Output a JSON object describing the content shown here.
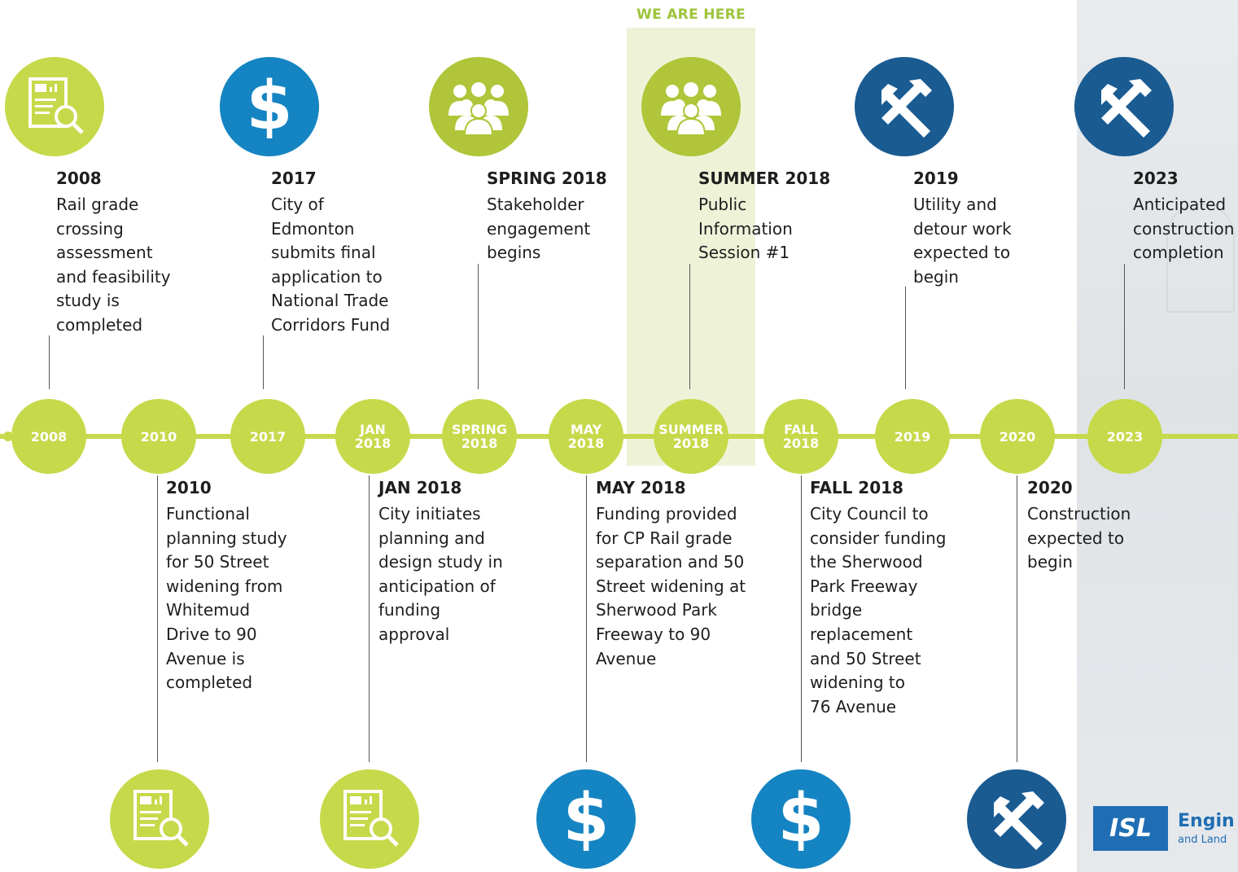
{
  "marker": "WE ARE HERE",
  "axis_labels": [
    "2008",
    "2010",
    "2017",
    "JAN\n2018",
    "SPRING\n2018",
    "MAY\n2018",
    "SUMMER\n2018",
    "FALL\n2018",
    "2019",
    "2020",
    "2023"
  ],
  "events": [
    {
      "title": "2008",
      "desc": "Rail grade\ncrossing\nassessment\nand feasibility\nstudy is\ncompleted",
      "icon": "report-search-icon"
    },
    {
      "title": "2010",
      "desc": "Functional\nplanning study\nfor 50 Street\nwidening from\nWhitemud\nDrive to 90\nAvenue is\ncompleted",
      "icon": "report-search-icon"
    },
    {
      "title": "2017",
      "desc": "City of\nEdmonton\nsubmits final\napplication to\nNational Trade\nCorridors Fund",
      "icon": "dollar-icon"
    },
    {
      "title": "JAN 2018",
      "desc": "City initiates\nplanning and\ndesign study in\nanticipation of\nfunding\napproval",
      "icon": "report-search-icon"
    },
    {
      "title": "SPRING 2018",
      "desc": "Stakeholder\nengagement\nbegins",
      "icon": "people-icon"
    },
    {
      "title": "MAY 2018",
      "desc": "Funding provided\nfor CP Rail grade\nseparation and 50\nStreet widening at\nSherwood Park\nFreeway to 90\nAvenue",
      "icon": "dollar-icon"
    },
    {
      "title": "SUMMER 2018",
      "desc": "Public\nInformation\nSession #1",
      "icon": "people-icon"
    },
    {
      "title": "FALL 2018",
      "desc": "City Council to\nconsider funding\nthe Sherwood\nPark Freeway\nbridge\nreplacement\nand 50 Street\nwidening to\n76 Avenue",
      "icon": "dollar-icon"
    },
    {
      "title": "2019",
      "desc": "Utility and\ndetour work\nexpected to\nbegin",
      "icon": "tools-icon"
    },
    {
      "title": "2020",
      "desc": "Construction\nexpected to\nbegin",
      "icon": "tools-icon"
    },
    {
      "title": "2023",
      "desc": "Anticipated\nconstruction\ncompletion",
      "icon": "tools-icon"
    }
  ],
  "dollar_symbol": "$",
  "logo": {
    "mark": "ISL",
    "text": "Engin",
    "sub": "and Land"
  },
  "colors": {
    "green": "#b0c539",
    "lime": "#c6d94a",
    "blue": "#1584c2",
    "navy": "#1a5b92",
    "highlight": "#eef3d8"
  }
}
